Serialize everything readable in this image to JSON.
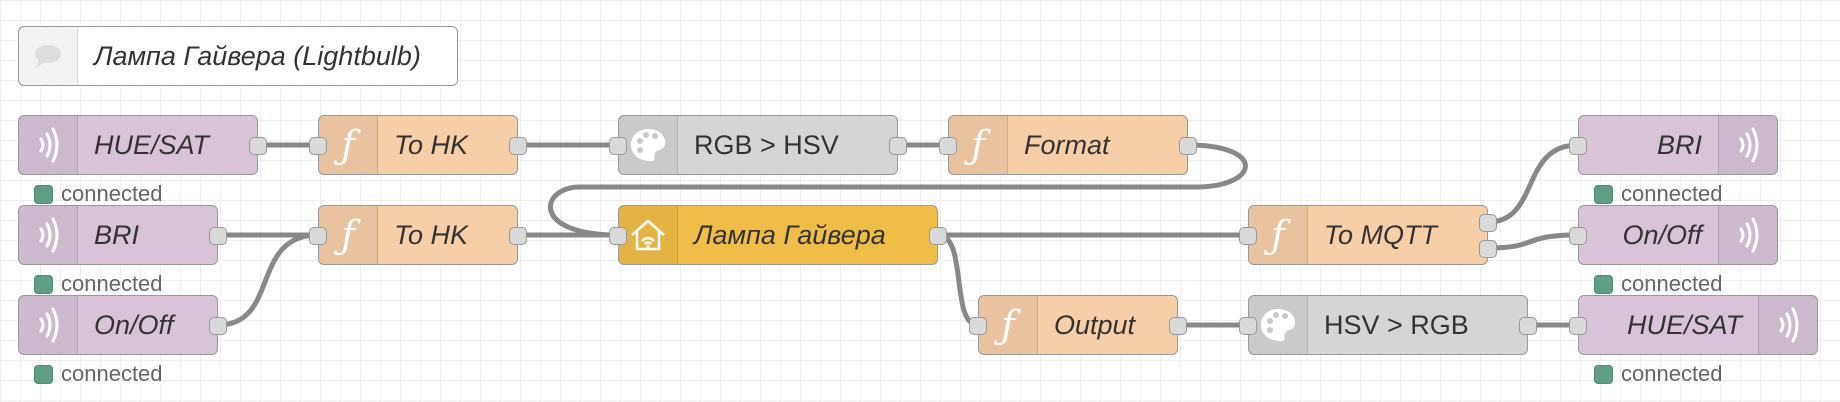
{
  "comment": {
    "label": "Лампа Гайвера (Lightbulb)",
    "icon": "comment-icon"
  },
  "nodes": {
    "in_huesat": {
      "label": "HUE/SAT",
      "icon": "bridge-icon",
      "status": "connected"
    },
    "in_bri": {
      "label": "BRI",
      "icon": "bridge-icon",
      "status": "connected"
    },
    "in_onoff": {
      "label": "On/Off",
      "icon": "bridge-icon",
      "status": "connected"
    },
    "fn_tohk_1": {
      "label": "To HK",
      "icon": "function-icon"
    },
    "fn_tohk_2": {
      "label": "To HK",
      "icon": "function-icon"
    },
    "rgb_hsv": {
      "label": "RGB > HSV",
      "icon": "palette-icon"
    },
    "fn_format": {
      "label": "Format",
      "icon": "function-icon"
    },
    "homekit": {
      "label": "Лампа Гайвера",
      "icon": "homekit-icon"
    },
    "fn_tomqtt": {
      "label": "To MQTT",
      "icon": "function-icon"
    },
    "fn_output": {
      "label": "Output",
      "icon": "function-icon"
    },
    "hsv_rgb": {
      "label": "HSV > RGB",
      "icon": "palette-icon"
    },
    "out_bri": {
      "label": "BRI",
      "icon": "bridge-icon",
      "status": "connected"
    },
    "out_onoff": {
      "label": "On/Off",
      "icon": "bridge-icon",
      "status": "connected"
    },
    "out_huesat": {
      "label": "HUE/SAT",
      "icon": "bridge-icon",
      "status": "connected"
    }
  },
  "colors": {
    "bridge": "#d9c3d8",
    "function": "#f6cea8",
    "tool": "#d5d5d5",
    "homekit": "#f0be48",
    "status_ok": "#5f9e84",
    "wire": "#888888"
  }
}
